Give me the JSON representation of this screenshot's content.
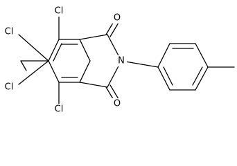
{
  "molecule": {
    "atoms": {
      "cl_top": "Cl",
      "cl_upper_left": "Cl",
      "cl_lower_left": "Cl",
      "cl_bottom": "Cl",
      "o_top": "O",
      "o_bottom": "O",
      "n_imide": "N"
    }
  },
  "colors": {
    "bond": "#000000",
    "label": "#000000",
    "background": "#ffffff"
  }
}
